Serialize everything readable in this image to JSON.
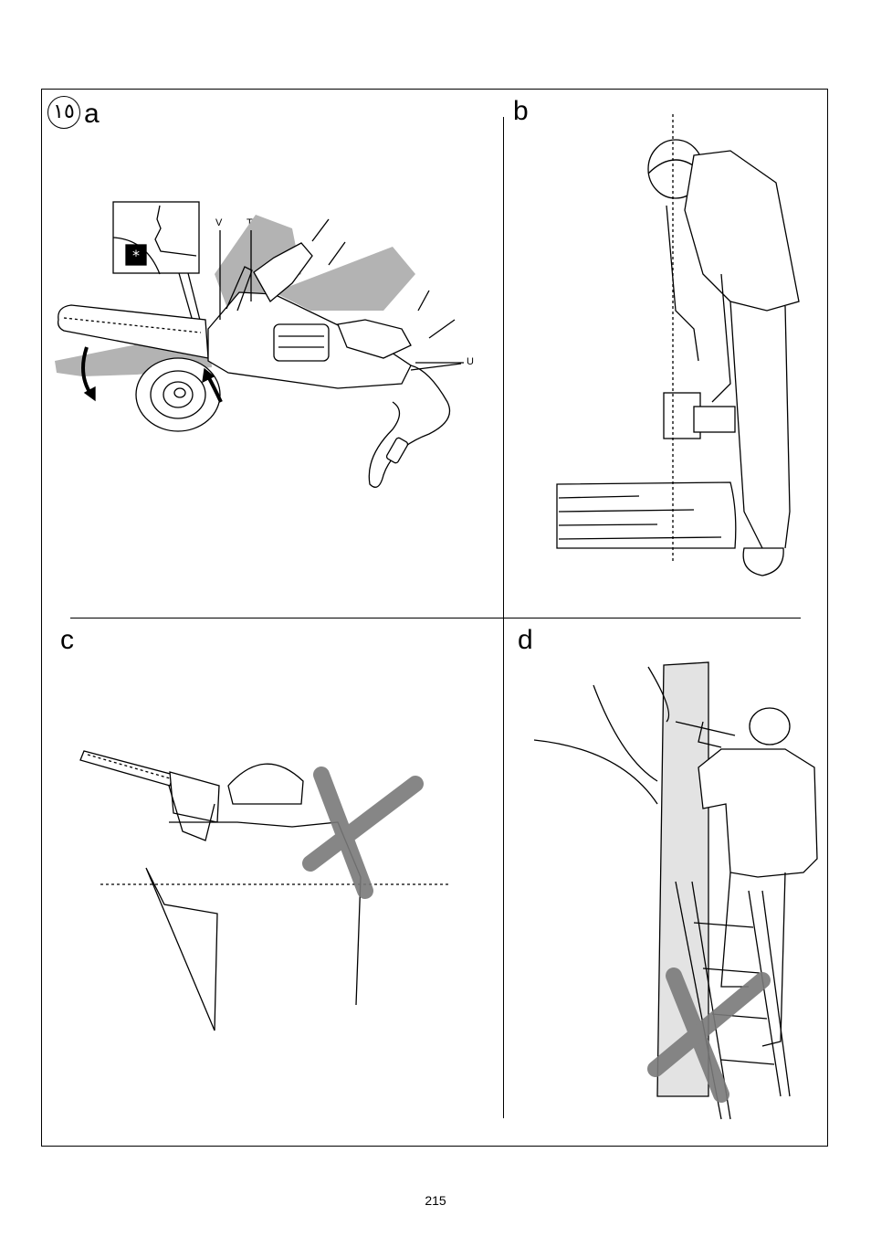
{
  "figure": {
    "badge": "١٥",
    "panels": [
      {
        "letter": "a",
        "callouts": [
          "V",
          "T",
          "U"
        ],
        "warning_symbol": "*"
      },
      {
        "letter": "b"
      },
      {
        "letter": "c"
      },
      {
        "letter": "d"
      }
    ]
  },
  "page_number": "215",
  "colors": {
    "ink": "#000000",
    "shade": "#b3b3b3",
    "cross": "#7a7a7a"
  }
}
